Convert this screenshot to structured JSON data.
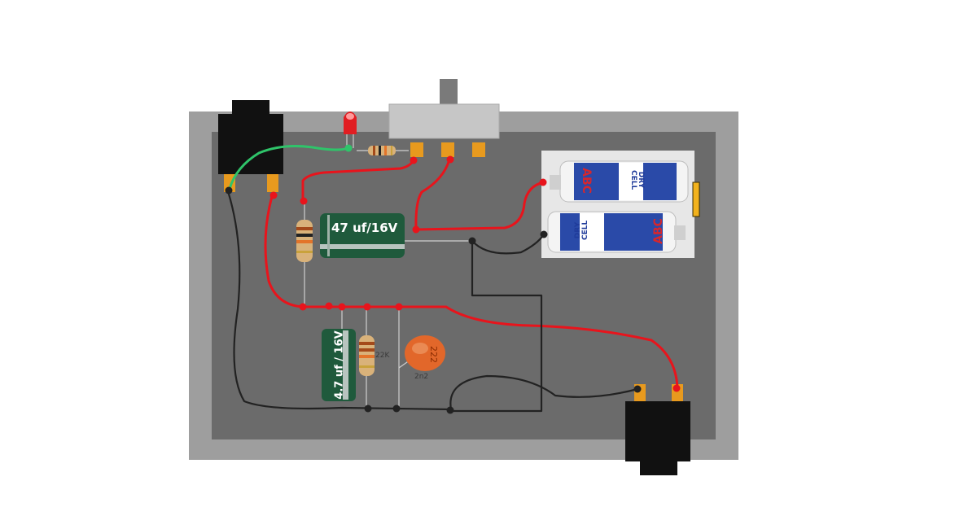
{
  "components": {
    "cap_electrolytic_large": {
      "label": "47 uf/16V",
      "body_color": "#1f5a3c"
    },
    "cap_electrolytic_small": {
      "label": "4.7 uf / 16V",
      "body_color": "#1f5a3c"
    },
    "resistor_right": {
      "label": "22K"
    },
    "ceramic_cap": {
      "code": "222",
      "label": "2n2",
      "body_color": "#e2672a"
    },
    "battery_top": {
      "brand": "ABC",
      "text_line1": "DRY",
      "text_line2": "CELL"
    },
    "battery_bottom": {
      "brand": "ABC",
      "text_line1": "DRY",
      "text_line2": "CELL"
    }
  },
  "colors": {
    "wire_positive": "#e8141c",
    "wire_ground": "#222222",
    "wire_led": "#2fc46a",
    "enclosure_outer": "#9e9e9e",
    "enclosure_inner": "#6b6b6b",
    "terminal": "#e89a1e",
    "battery_blue": "#2a4aa8"
  }
}
